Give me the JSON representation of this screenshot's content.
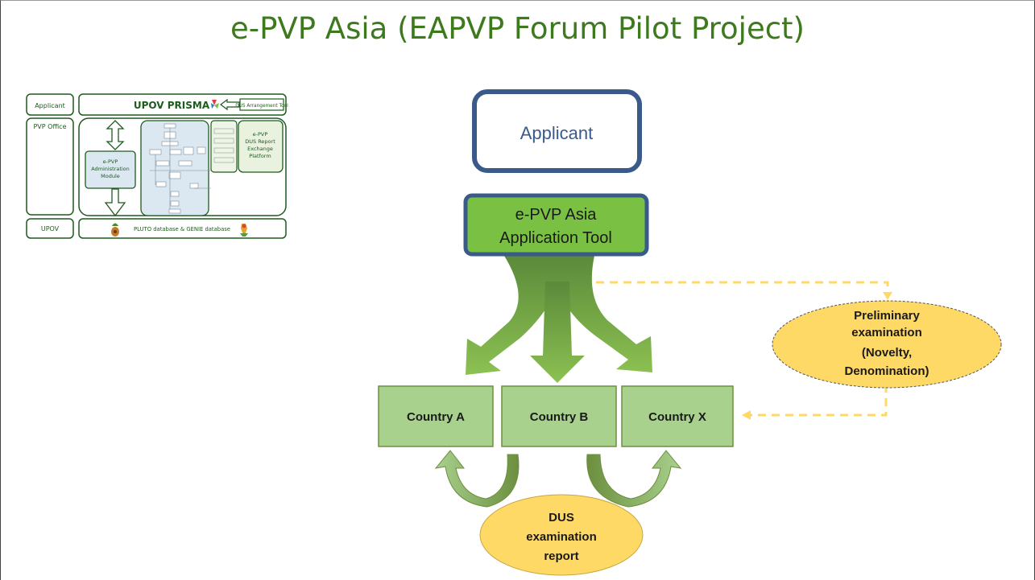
{
  "slide": {
    "title": "e-PVP Asia (EAPVP Forum Pilot Project)"
  },
  "thumbnail": {
    "applicant_label": "Applicant",
    "pvp_office_label": "PVP Office",
    "upov_label": "UPOV",
    "prisma_label": "UPOV PRISMA",
    "dus_tool_label": "DUS Arrangement Tool",
    "admin_module_lines": [
      "e-PVP",
      "Administration",
      "Module"
    ],
    "dus_platform_lines": [
      "e-PVP",
      "DUS Report",
      "Exchange",
      "Platform"
    ],
    "database_label": "PLUTO database & GENIE database"
  },
  "diagram": {
    "applicant": "Applicant",
    "tool_lines": [
      "e-PVP Asia",
      "Application Tool"
    ],
    "countries": [
      "Country A",
      "Country B",
      "Country X"
    ],
    "preliminary_lines": [
      "Preliminary",
      "examination",
      "(Novelty,",
      "Denomination)"
    ],
    "dus_lines": [
      "DUS",
      "examination",
      "report"
    ]
  },
  "colors": {
    "title_green": "#3d7a1e",
    "dark_green": "#1f5a1e",
    "box_green": "#a9d18e",
    "tool_green": "#7ac143",
    "applicant_border": "#3a5a8a",
    "oval_yellow": "#ffd966",
    "dashed_yellow": "#ffd966"
  }
}
